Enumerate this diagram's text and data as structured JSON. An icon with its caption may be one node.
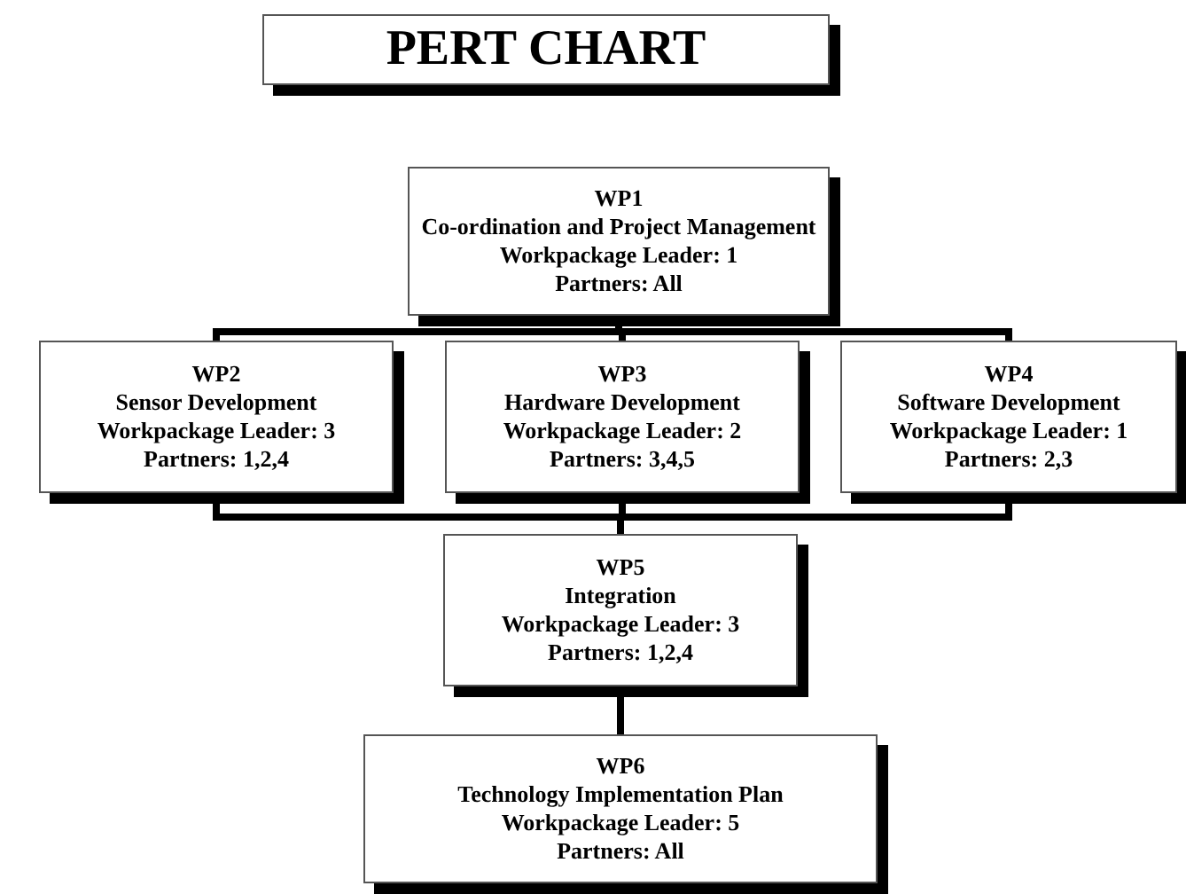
{
  "diagram": {
    "title": "PERT CHART",
    "nodes": [
      {
        "text": [
          "WP1",
          "Co-ordination and Project Management",
          "Workpackage Leader: 1",
          "Partners: All"
        ]
      },
      {
        "text": [
          "WP2",
          "Sensor Development",
          "Workpackage Leader: 3",
          "Partners: 1,2,4"
        ]
      },
      {
        "text": [
          "WP3",
          "Hardware Development",
          "Workpackage Leader: 2",
          "Partners: 3,4,5"
        ]
      },
      {
        "text": [
          "WP4",
          "Software Development",
          "Workpackage Leader: 1",
          "Partners: 2,3"
        ]
      },
      {
        "text": [
          "WP5",
          "Integration",
          "Workpackage Leader: 3",
          "Partners: 1,2,4"
        ]
      },
      {
        "text": [
          "WP6",
          "Technology Implementation Plan",
          "Workpackage Leader: 5",
          "Partners: All"
        ]
      }
    ],
    "edges": [
      {
        "from": 0,
        "to": 1,
        "arrow": "none"
      },
      {
        "from": 0,
        "to": 2,
        "arrow": "none"
      },
      {
        "from": 0,
        "to": 3,
        "arrow": "none"
      },
      {
        "from": 1,
        "to": 4,
        "arrow": "none"
      },
      {
        "from": 2,
        "to": 4,
        "arrow": "none"
      },
      {
        "from": 3,
        "to": 4,
        "arrow": "none"
      },
      {
        "from": 4,
        "to": 5,
        "arrow": "none"
      }
    ]
  }
}
